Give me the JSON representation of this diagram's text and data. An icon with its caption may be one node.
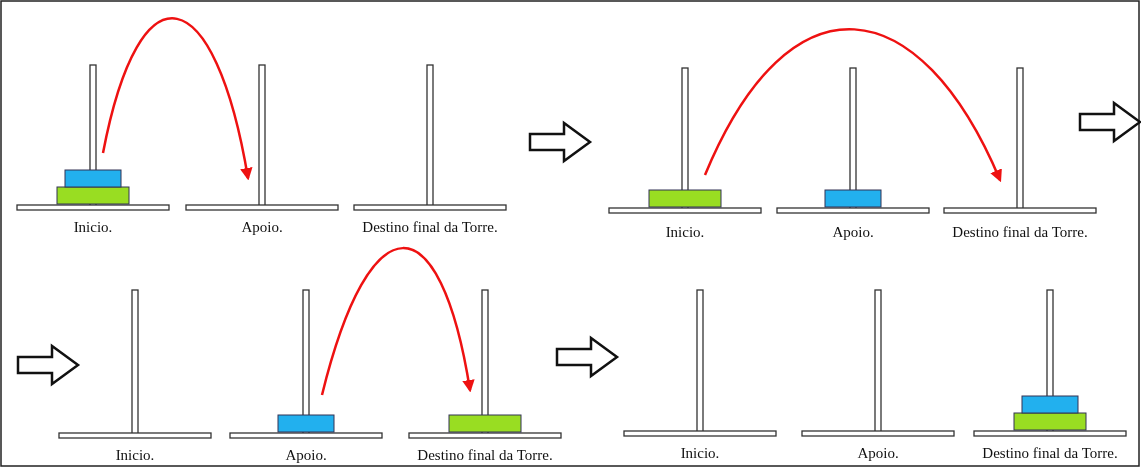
{
  "diagram": {
    "labels": [
      "Inicio.",
      "Apoio.",
      "Destino final da Torre.",
      "Inicio.",
      "Apoio.",
      "Destino final da Torre.",
      "Inicio.",
      "Apoio.",
      "Destino final da Torre.",
      "Inicio.",
      "Apoio.",
      "Destino final da Torre."
    ]
  }
}
